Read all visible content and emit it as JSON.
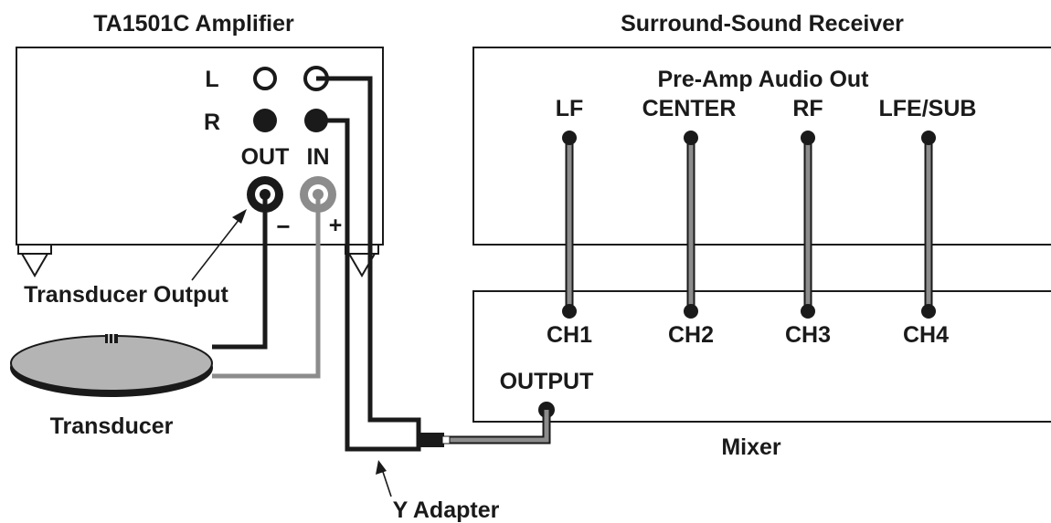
{
  "amplifier": {
    "title": "TA1501C Amplifier",
    "label_left": "L",
    "label_right": "R",
    "label_out": "OUT",
    "label_in": "IN",
    "minus": "−",
    "plus": "+"
  },
  "receiver": {
    "title": "Surround-Sound Receiver",
    "section": "Pre-Amp Audio Out",
    "outputs": [
      "LF",
      "CENTER",
      "RF",
      "LFE/SUB"
    ]
  },
  "mixer": {
    "title": "Mixer",
    "channels": [
      "CH1",
      "CH2",
      "CH3",
      "CH4"
    ],
    "output_label": "OUTPUT"
  },
  "callouts": {
    "transducer_output": "Transducer Output",
    "transducer": "Transducer",
    "y_adapter": "Y Adapter"
  },
  "colors": {
    "line": "#1a1a1a",
    "cable_gray": "#8c8c8c",
    "disc_fill": "#b4b4b4"
  }
}
